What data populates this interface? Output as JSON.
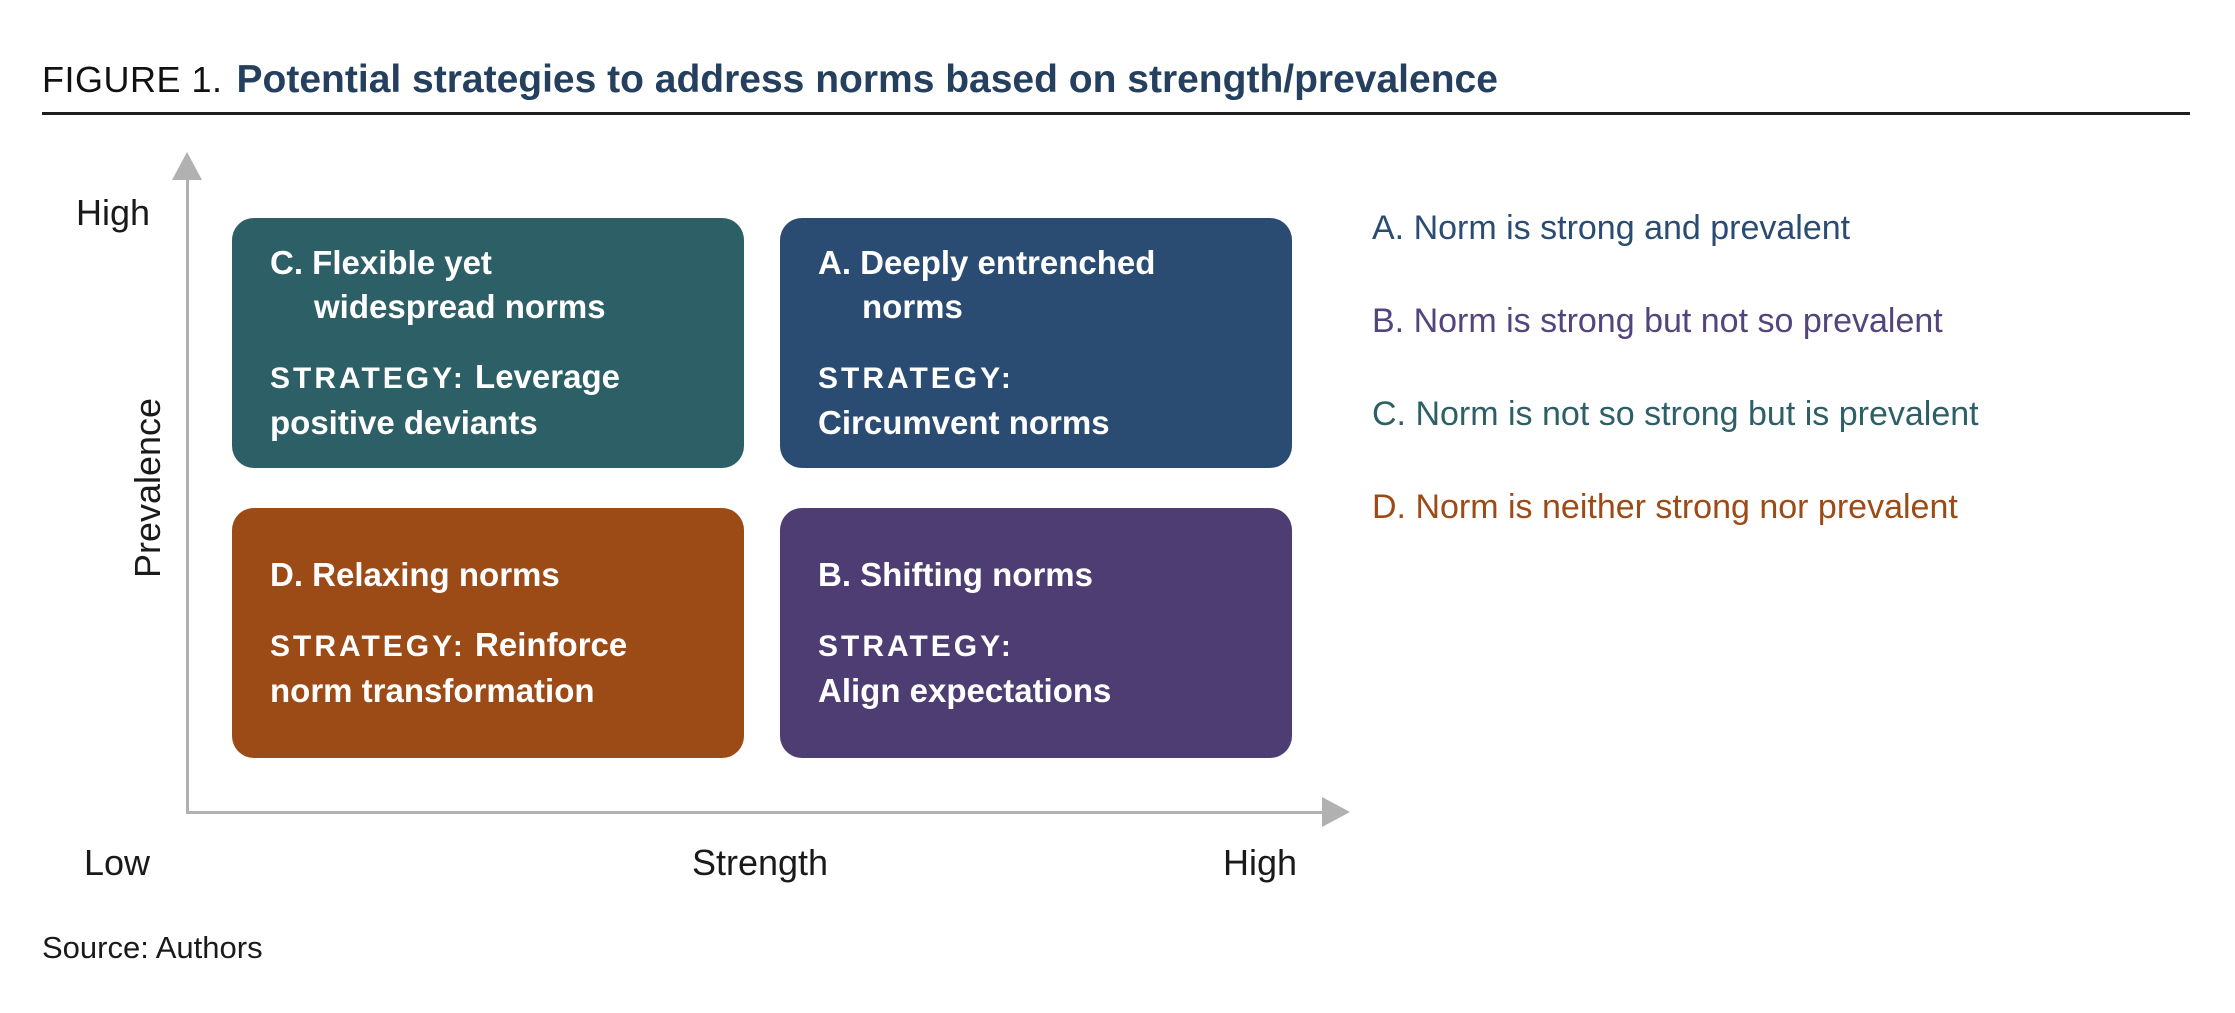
{
  "figure": {
    "label": "FIGURE 1.",
    "title": "Potential strategies to address norms based on strength/prevalence"
  },
  "axes": {
    "y_label": "Prevalence",
    "y_high": "High",
    "x_low": "Low",
    "x_label": "Strength",
    "x_high": "High"
  },
  "quadrants": [
    {
      "code": "C",
      "position": "top-left",
      "color": "#2D5F66",
      "title_line1": "C. Flexible yet",
      "title_line2": "widespread norms",
      "strategy_label": "STRATEGY:",
      "strategy_same_line": " Leverage",
      "strategy_line2": "positive deviants"
    },
    {
      "code": "A",
      "position": "top-right",
      "color": "#2B4C72",
      "title_line1": "A. Deeply entrenched",
      "title_line2": "norms",
      "strategy_label": "STRATEGY:",
      "strategy_same_line": "",
      "strategy_line2": "Circumvent norms"
    },
    {
      "code": "D",
      "position": "bottom-left",
      "color": "#9C4A16",
      "title_line1": "D. Relaxing norms",
      "title_line2": "",
      "strategy_label": "STRATEGY:",
      "strategy_same_line": " Reinforce",
      "strategy_line2": "norm transformation"
    },
    {
      "code": "B",
      "position": "bottom-right",
      "color": "#4D3D73",
      "title_line1": "B. Shifting norms",
      "title_line2": "",
      "strategy_label": "STRATEGY:",
      "strategy_same_line": "",
      "strategy_line2": "Align expectations"
    }
  ],
  "legend": [
    {
      "label": "A. Norm is strong and prevalent",
      "color": "#2B4C72"
    },
    {
      "label": "B. Norm is strong but not so prevalent",
      "color": "#54447E"
    },
    {
      "label": "C. Norm is not so strong but is prevalent",
      "color": "#2D5F66"
    },
    {
      "label": "D. Norm is neither strong nor prevalent",
      "color": "#9C4A16"
    }
  ],
  "source": "Source: Authors",
  "colors": {
    "title_text": "#25405E",
    "figure_label_text": "#111111",
    "axis_gray": "#B1B1B1",
    "rule": "#1F1F1F",
    "quadrant_text": "#FFFFFF",
    "body_text": "#1A1A1A",
    "background": "#FFFFFF"
  }
}
